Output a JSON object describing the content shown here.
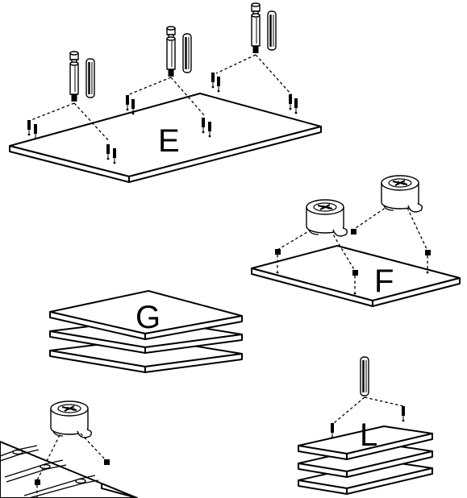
{
  "labels": {
    "e": "E",
    "f": "F",
    "g": "G",
    "l": "L"
  },
  "colors": {
    "ink": "#000000",
    "paper": "#ffffff"
  },
  "icons": [
    "cam-bolt-icon",
    "wooden-dowel-icon",
    "screw-icon",
    "cam-lock-icon",
    "shelf-board-icon"
  ]
}
